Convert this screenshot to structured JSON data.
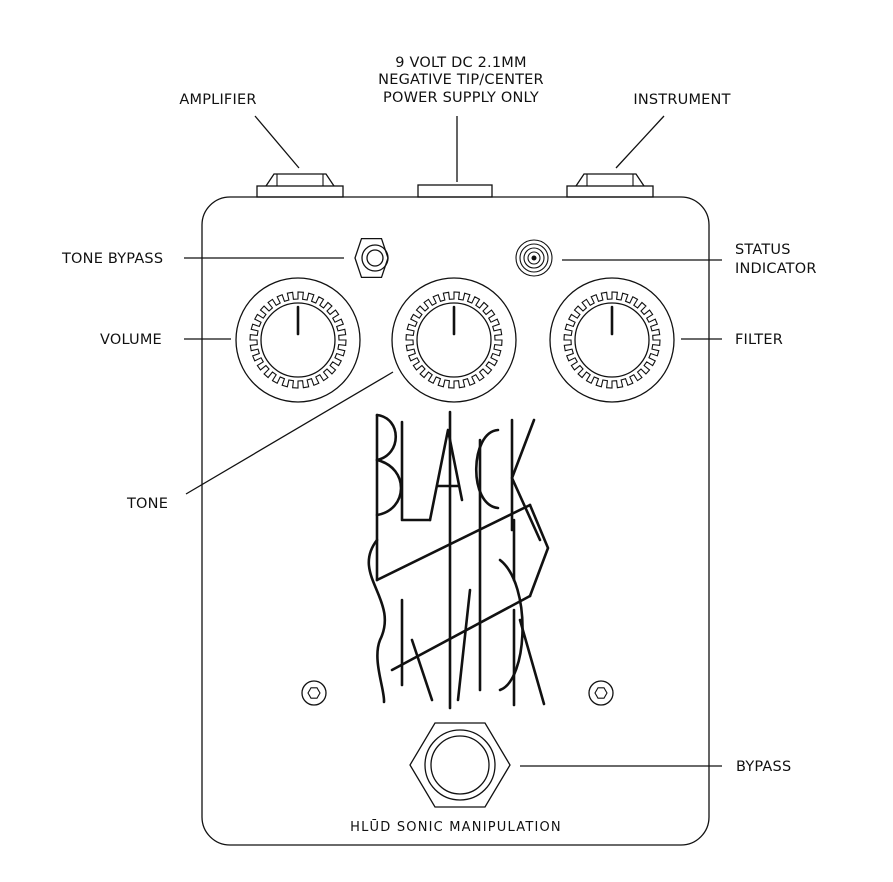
{
  "labels": {
    "power": [
      "9 VOLT DC 2.1MM",
      "NEGATIVE TIP/CENTER",
      "POWER SUPPLY ONLY"
    ],
    "amplifier": "AMPLIFIER",
    "instrument": "INSTRUMENT",
    "tone_bypass": "TONE BYPASS",
    "status": [
      "STATUS",
      "INDICATOR"
    ],
    "volume": "VOLUME",
    "filter": "FILTER",
    "tone": "TONE",
    "bypass": "BYPASS"
  },
  "brand": "HLŪD SONIC MANIPULATION",
  "logo_text": "BLACK BLACK",
  "icons": {
    "amplifier_jack": "jack-nut-icon",
    "instrument_jack": "jack-nut-icon",
    "dc_jack": "dc-jack-icon",
    "tone_bypass_switch": "hex-switch-icon",
    "status_led": "led-icon",
    "knobs": "knob-icon",
    "screws": "hex-screw-icon",
    "footswitch": "footswitch-icon"
  }
}
